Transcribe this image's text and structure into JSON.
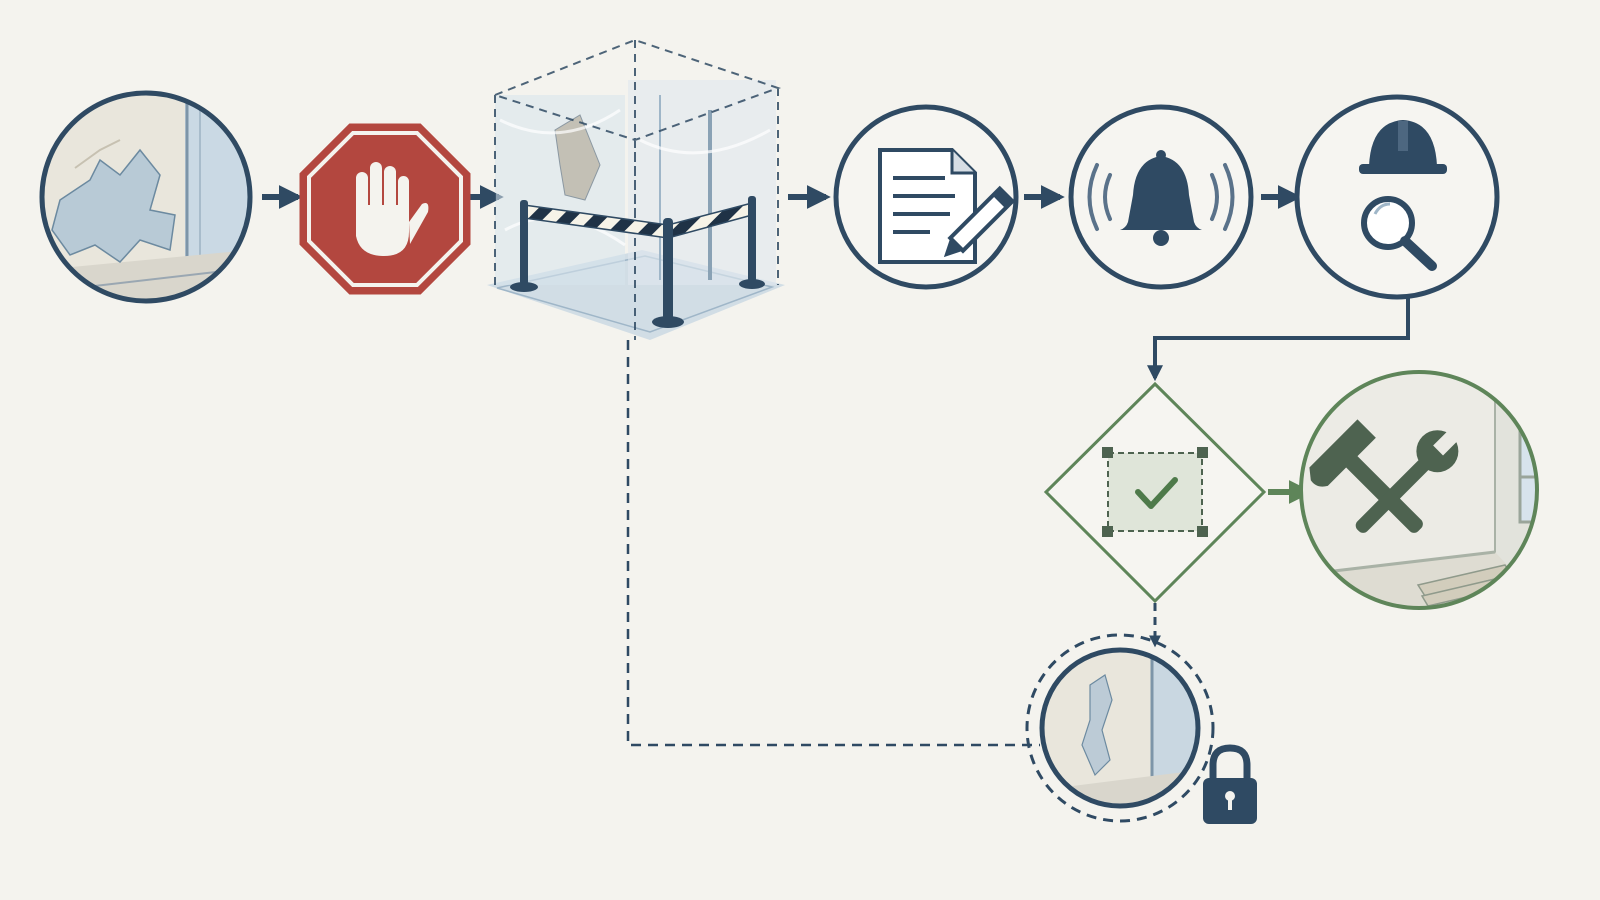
{
  "diagram": {
    "kind": "icon-process-flow",
    "colors": {
      "background": "#f4f3ee",
      "primary": "#2f4a63",
      "stop_red": "#b3473f",
      "approve_green": "#5e8559",
      "tape_yellow": "#f2d84b",
      "wall": "#e6e2d8",
      "glass": "#c9d9e4"
    },
    "steps": [
      {
        "id": "damaged-wall",
        "icon": "peeling-paint-wall-icon",
        "style": "solid-circle-illustration"
      },
      {
        "id": "stop-work",
        "icon": "stop-hand-icon",
        "style": "octagon-red"
      },
      {
        "id": "containment",
        "icon": "plastic-enclosure-barrier-icon",
        "style": "dashed-box"
      },
      {
        "id": "document",
        "icon": "document-pencil-icon",
        "style": "solid-circle"
      },
      {
        "id": "notify",
        "icon": "bell-alert-icon",
        "style": "solid-circle"
      },
      {
        "id": "inspection",
        "icon": "hardhat-magnifier-icon",
        "style": "solid-circle"
      },
      {
        "id": "clearance-check",
        "icon": "checkmark-selection-icon",
        "style": "diamond-green"
      },
      {
        "id": "repair",
        "icon": "hammer-wrench-icon",
        "style": "green-circle-illustration"
      },
      {
        "id": "locked-area",
        "icon": "padlock-wall-icon",
        "style": "dashed-ring"
      }
    ],
    "connections": [
      {
        "from": "damaged-wall",
        "to": "stop-work",
        "line": "solid"
      },
      {
        "from": "stop-work",
        "to": "containment",
        "line": "solid"
      },
      {
        "from": "containment",
        "to": "document",
        "line": "solid"
      },
      {
        "from": "document",
        "to": "notify",
        "line": "solid"
      },
      {
        "from": "notify",
        "to": "inspection",
        "line": "solid"
      },
      {
        "from": "inspection",
        "to": "clearance-check",
        "line": "solid-elbow"
      },
      {
        "from": "clearance-check",
        "to": "repair",
        "line": "solid-green"
      },
      {
        "from": "clearance-check",
        "to": "locked-area",
        "line": "dashed"
      },
      {
        "from": "containment",
        "to": "locked-area",
        "line": "dashed-elbow"
      }
    ]
  }
}
